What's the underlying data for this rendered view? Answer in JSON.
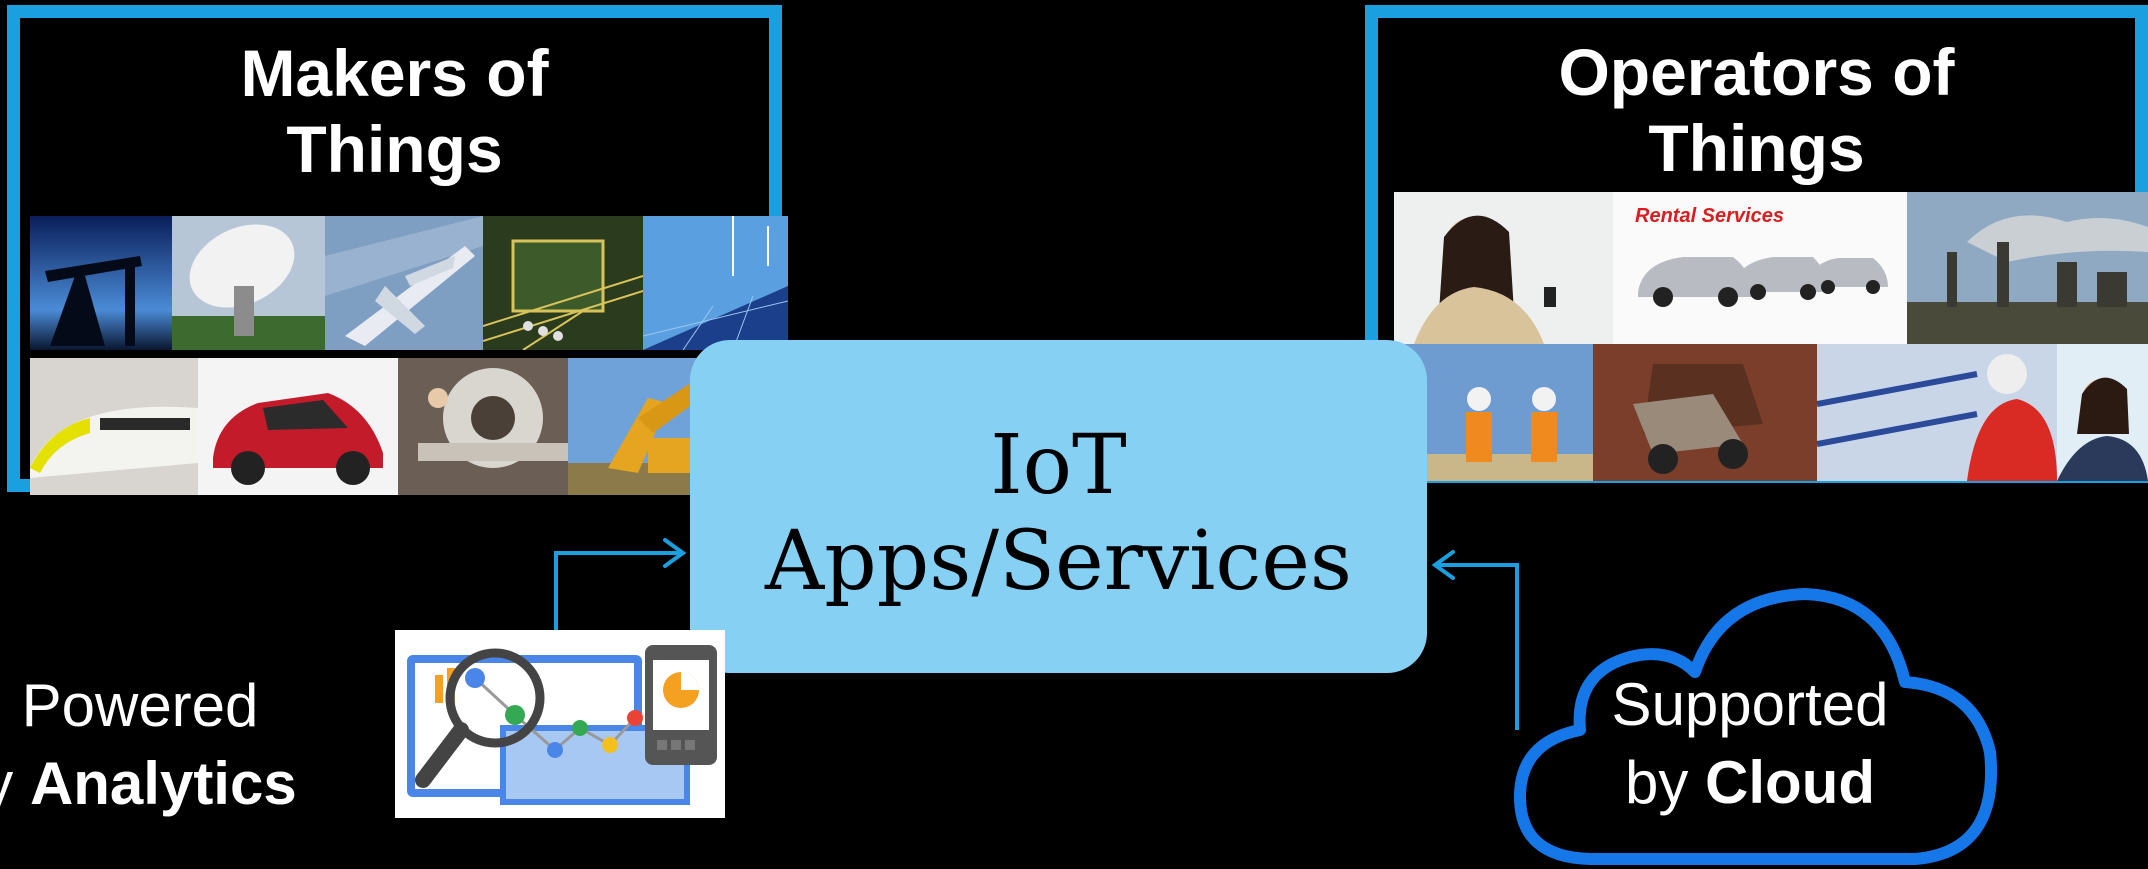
{
  "makers": {
    "title_line1": "Makers of",
    "title_line2": "Things",
    "images": [
      "oil-pump",
      "radio-telescope",
      "airplane",
      "circuit-board",
      "solar-panels",
      "bullet-train",
      "red-car",
      "mri-scanner",
      "excavator"
    ]
  },
  "operators": {
    "title_line1": "Operators of",
    "title_line2": "Things",
    "images": [
      "woman-with-phone",
      "rental-cars",
      "refinery",
      "construction-workers",
      "mining-truck",
      "factory-worker",
      "office-worker"
    ],
    "rental_label": "Rental Services"
  },
  "center": {
    "line1": "IoT",
    "line2": "Apps/Services"
  },
  "analytics": {
    "line1": "Powered",
    "line2_prefix": "y ",
    "line2_bold": "Analytics",
    "icon": "analytics-magnifier-icon"
  },
  "cloud": {
    "line1": "Supported",
    "line2_prefix": "by ",
    "line2_bold": "Cloud",
    "icon": "cloud-icon"
  },
  "colors": {
    "background": "#000000",
    "panel_border": "#1aa0e0",
    "center_box": "#86d0f3",
    "arrow": "#1aa0e0",
    "cloud_outline": "#1677e8"
  }
}
